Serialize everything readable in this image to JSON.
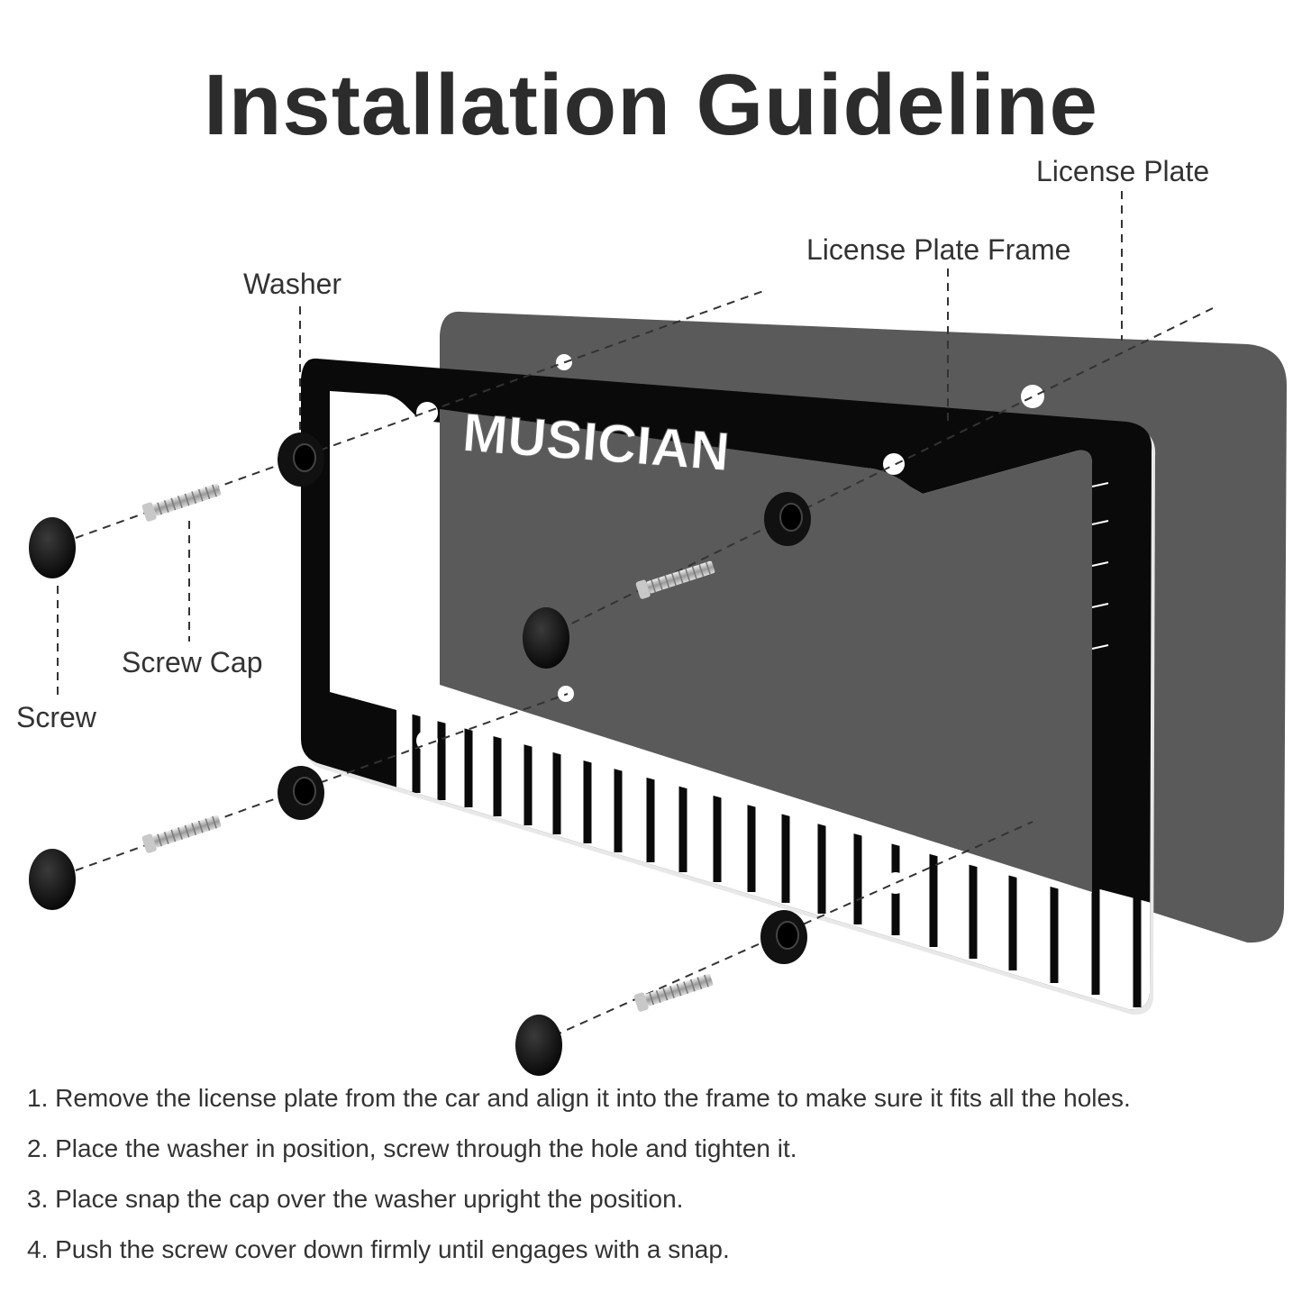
{
  "title": "Installation Guideline",
  "frame_text": "MUSICIAN",
  "callouts": {
    "license_plate": "License Plate",
    "license_plate_frame": "License Plate Frame",
    "washer": "Washer",
    "screw_cap": "Screw Cap",
    "screw": "Screw"
  },
  "steps": [
    "1. Remove the license plate from the car and align it into the frame to make sure it fits all the holes.",
    "2. Place the washer in position, screw through the hole and tighten it.",
    "3. Place snap the cap over the washer upright the position.",
    "4. Push the screw cover down firmly until engages with a snap."
  ],
  "colors": {
    "plate": "#5a5a5a",
    "frame": "#0a0a0a",
    "text": "#333333"
  },
  "icons": [
    "screw-cap-icon",
    "screw-icon",
    "washer-icon"
  ]
}
